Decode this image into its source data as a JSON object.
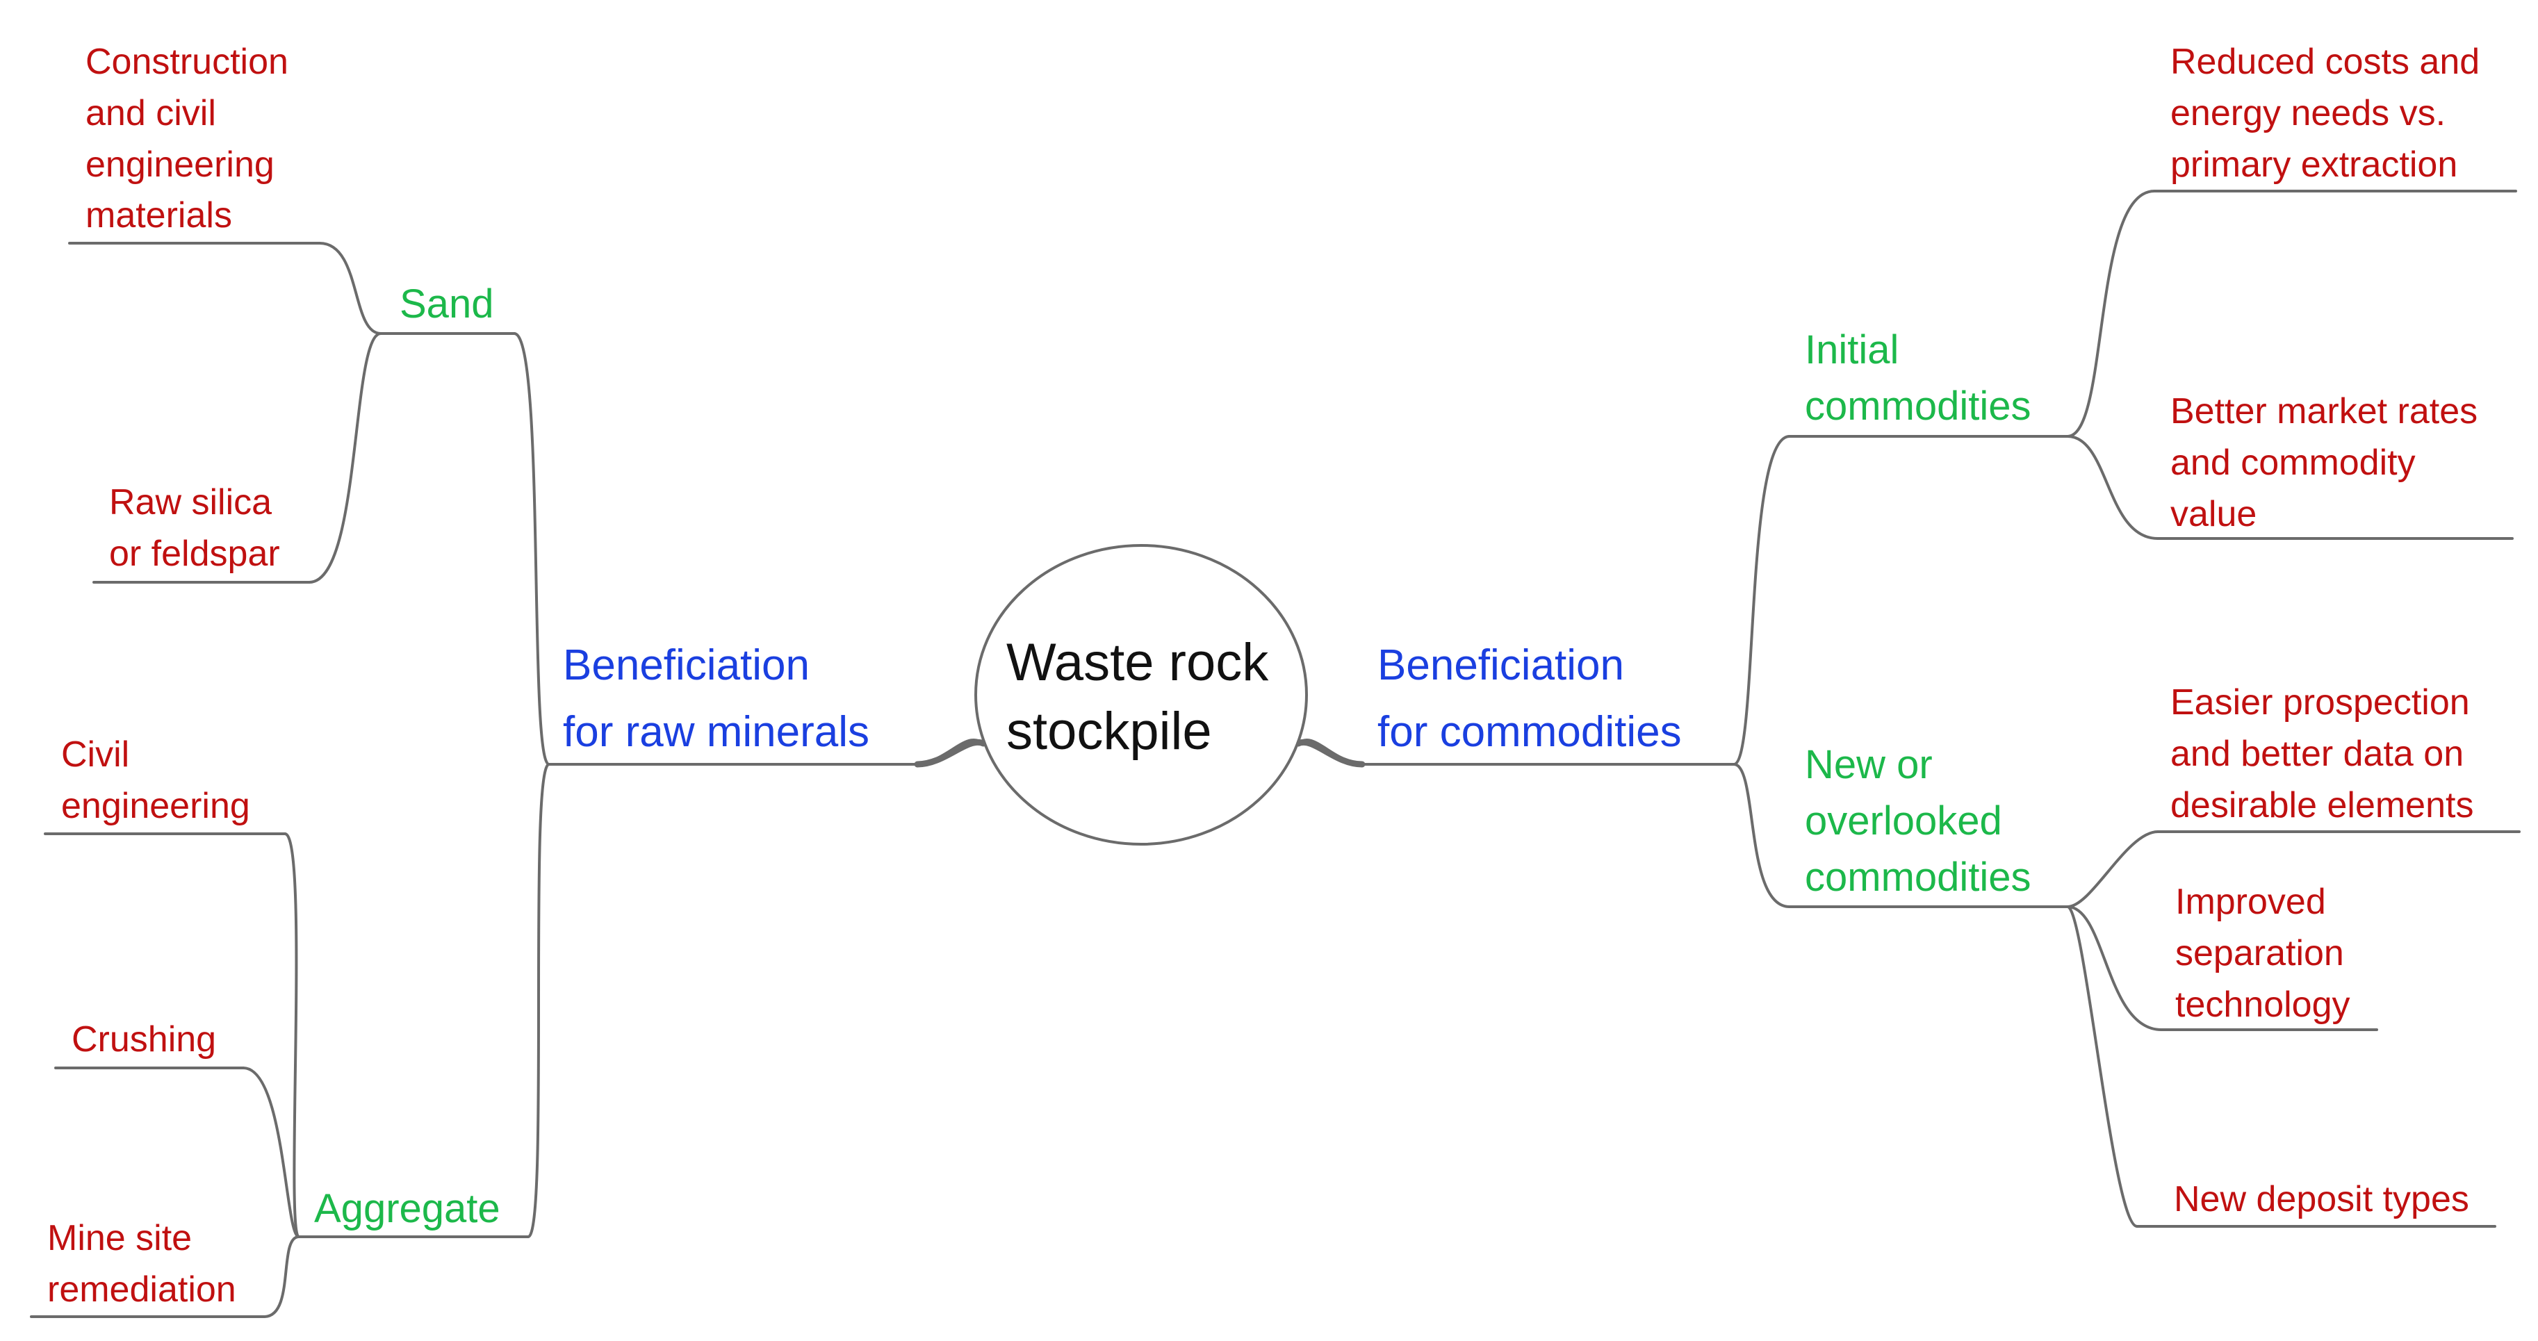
{
  "colors": {
    "line": "#6b6b6b",
    "center_text": "#111111",
    "level1": "#1a3fe0",
    "level2": "#1cb84a",
    "leaf": "#c01010"
  },
  "center": {
    "label": "Waste rock\nstockpile"
  },
  "left": {
    "label": "Beneficiation\nfor raw minerals",
    "groups": [
      {
        "label": "Sand",
        "leaves": [
          "Construction\nand civil\nengineering\nmaterials",
          "Raw silica\nor feldspar"
        ]
      },
      {
        "label": "Aggregate",
        "leaves": [
          "Civil\nengineering",
          "Crushing",
          "Mine site\nremediation"
        ]
      }
    ]
  },
  "right": {
    "label": "Beneficiation\nfor commodities",
    "groups": [
      {
        "label": "Initial\ncommodities",
        "leaves": [
          "Reduced costs and\nenergy needs vs.\nprimary extraction",
          "Better market rates\nand commodity\nvalue"
        ]
      },
      {
        "label": "New or\noverlooked\ncommodities",
        "leaves": [
          "Easier prospection\nand better data on\ndesirable elements",
          "Improved\nseparation\ntechnology",
          "New deposit types"
        ]
      }
    ]
  }
}
